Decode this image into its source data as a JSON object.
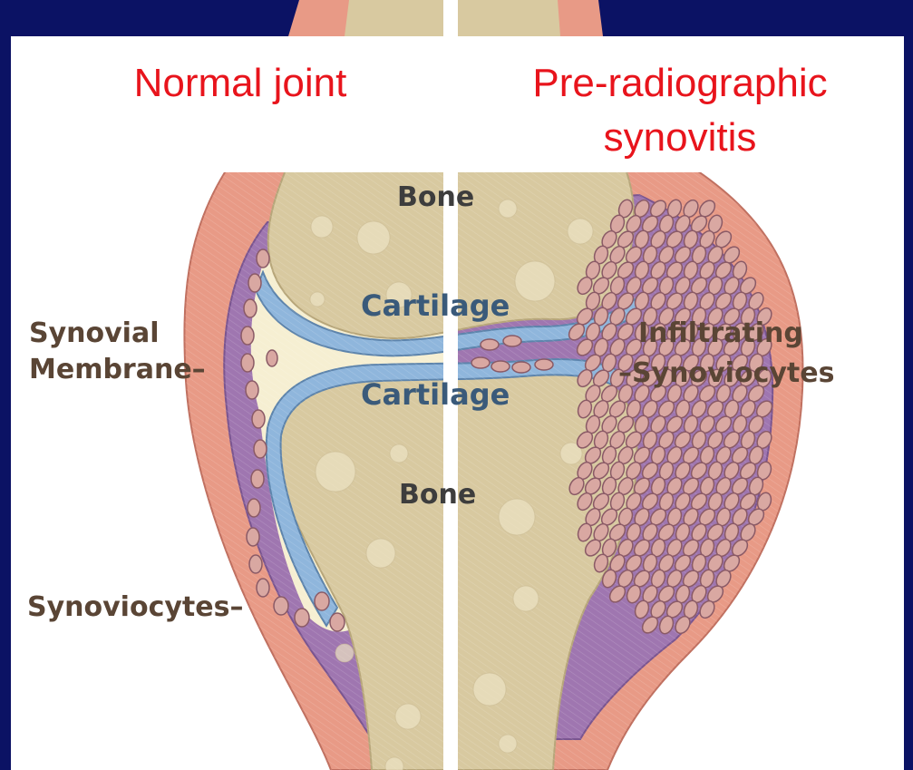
{
  "headings": {
    "left": "Normal joint",
    "right_line1": "Pre-radiographic",
    "right_line2": "synovitis"
  },
  "labels": {
    "bone_top": "Bone",
    "bone_bottom": "Bone",
    "cartilage_top": "Cartilage",
    "cartilage_bottom": "Cartilage",
    "synovial_line1": "Synovial",
    "synovial_line2": "Membrane–",
    "synoviocytes": "Synoviocytes–",
    "infiltrating_line1": "Infiltrating",
    "infiltrating_line2": "–Synoviocytes"
  },
  "colors": {
    "background": "#0b1264",
    "heading": "#e8141c",
    "capsule": "#e89a86",
    "synovium": "#9f76b0",
    "bone": "#d8c9a0",
    "cartilage": "#8fb6dc",
    "fluid": "#f6efd2",
    "cell": "#d9a8a2"
  }
}
